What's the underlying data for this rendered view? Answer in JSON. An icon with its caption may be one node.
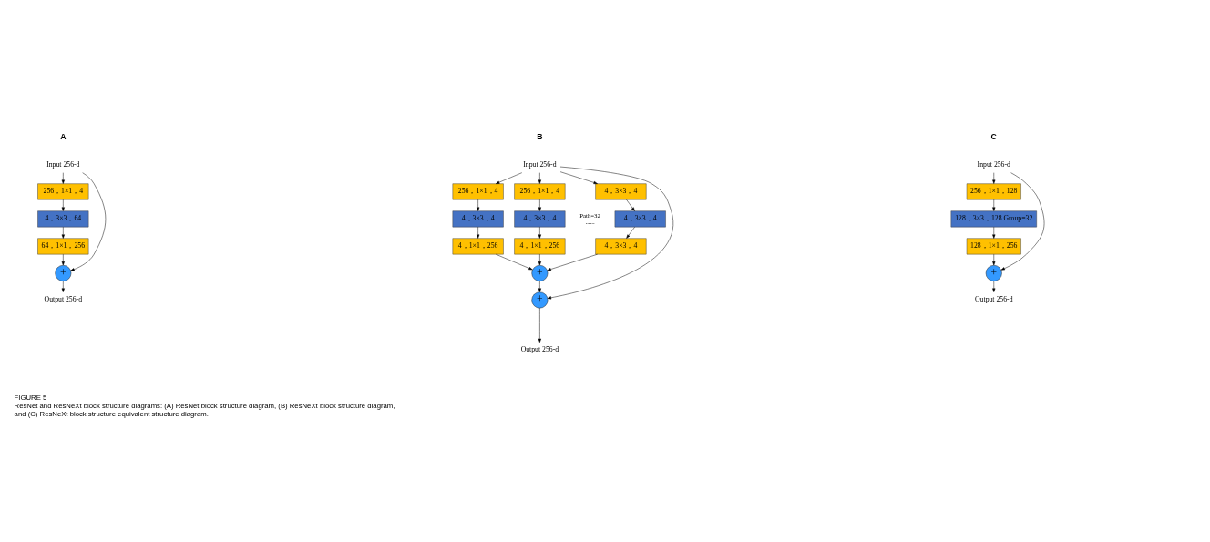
{
  "diagram": {
    "title": "FIGURE 5",
    "caption": "ResNet and ResNeXt block structure diagrams: (A) ResNet block structure diagram, (B) ResNeXt block structure diagram, and (C) ResNeXt block structure equivalent structure diagram.",
    "nodes": [
      {
        "text": [
          "Input 256-d"
        ]
      },
      {
        "text": [
          "256，1×1，4"
        ]
      },
      {
        "text": [
          "4，3×3，64"
        ]
      },
      {
        "text": [
          "64，1×1，256"
        ]
      },
      {
        "text": [
          "+"
        ]
      },
      {
        "text": [
          "Output 256-d"
        ]
      },
      {
        "text": [
          "Input 256-d"
        ]
      },
      {
        "text": [
          "256，1×1，4"
        ]
      },
      {
        "text": [
          "256，1×1，4"
        ]
      },
      {
        "text": [
          "4，3×3，4"
        ]
      },
      {
        "text": [
          "4，3×3，4"
        ]
      },
      {
        "text": [
          "4，3×3，4"
        ]
      },
      {
        "text": [
          "4，3×3，4"
        ]
      },
      {
        "text": [
          "4，1×1，256"
        ]
      },
      {
        "text": [
          "4，1×1，256"
        ]
      },
      {
        "text": [
          "4，3×3，4"
        ]
      },
      {
        "text": [
          "+"
        ]
      },
      {
        "text": [
          "+"
        ]
      },
      {
        "text": [
          "Output 256-d"
        ]
      },
      {
        "text": [
          "Input 256-d"
        ]
      },
      {
        "text": [
          "256，1×1，128"
        ]
      },
      {
        "text": [
          "128，3×3，128 Group=32"
        ]
      },
      {
        "text": [
          "128，1×1，256"
        ]
      },
      {
        "text": [
          "+"
        ]
      },
      {
        "text": [
          "Output 256-d"
        ]
      }
    ],
    "edges": [
      {
        "from": 0,
        "to": 1,
        "arrow": "to"
      },
      {
        "from": 0,
        "to": 4,
        "arrow": "to"
      },
      {
        "from": 1,
        "to": 2,
        "arrow": "to"
      },
      {
        "from": 2,
        "to": 3,
        "arrow": "to"
      },
      {
        "from": 3,
        "to": 4,
        "arrow": "to"
      },
      {
        "from": 4,
        "to": 5,
        "arrow": "to"
      },
      {
        "from": 6,
        "to": 7,
        "arrow": "to"
      },
      {
        "from": 6,
        "to": 8,
        "arrow": "to"
      },
      {
        "from": 6,
        "to": 9,
        "arrow": "to"
      },
      {
        "from": 6,
        "to": 17,
        "arrow": "to"
      },
      {
        "from": 7,
        "to": 10,
        "arrow": "to"
      },
      {
        "from": 8,
        "to": 11,
        "arrow": "to"
      },
      {
        "from": 9,
        "to": 12,
        "arrow": "to"
      },
      {
        "from": 10,
        "to": 13,
        "arrow": "to"
      },
      {
        "from": 11,
        "to": 14,
        "arrow": "to"
      },
      {
        "from": 12,
        "to": 15,
        "arrow": "to"
      },
      {
        "from": 13,
        "to": 16,
        "arrow": "to"
      },
      {
        "from": 14,
        "to": 16,
        "arrow": "to"
      },
      {
        "from": 15,
        "to": 16,
        "arrow": "to"
      },
      {
        "from": 16,
        "to": 17,
        "arrow": "to"
      },
      {
        "from": 17,
        "to": 18,
        "arrow": "to"
      },
      {
        "from": 19,
        "to": 20,
        "arrow": "to"
      },
      {
        "from": 19,
        "to": 23,
        "arrow": "to"
      },
      {
        "from": 20,
        "to": 21,
        "arrow": "to"
      },
      {
        "from": 21,
        "to": 22,
        "arrow": "to"
      },
      {
        "from": 22,
        "to": 23,
        "arrow": "to"
      },
      {
        "from": 23,
        "to": 24,
        "arrow": "to"
      }
    ],
    "labels": [
      "A",
      "B",
      "Path=32",
      "......",
      "C"
    ]
  }
}
